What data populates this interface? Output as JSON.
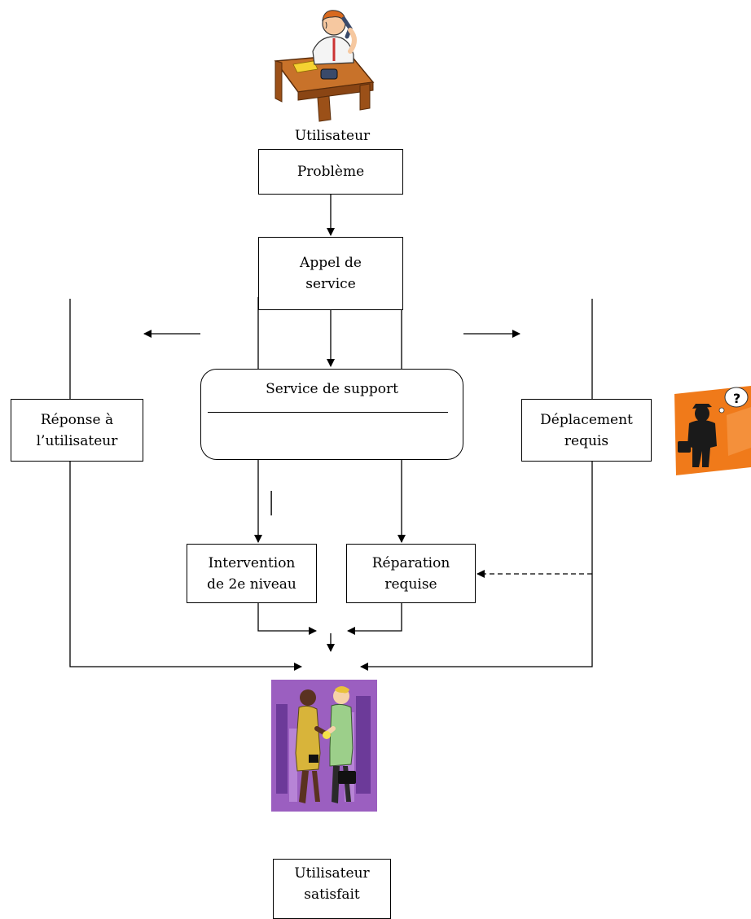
{
  "top_actor": {
    "label": "Utilisateur",
    "icon": "user-on-phone-icon"
  },
  "nodes": {
    "probleme": {
      "lines": [
        "Problème"
      ]
    },
    "appel": {
      "lines": [
        "Appel de",
        "service"
      ]
    },
    "support": {
      "title": "Service de support"
    },
    "reponse": {
      "lines": [
        "Réponse à",
        "l’utilisateur"
      ]
    },
    "deplacement": {
      "lines": [
        "Déplacement",
        "requis"
      ]
    },
    "intervention": {
      "lines": [
        "Intervention",
        "de 2e niveau"
      ]
    },
    "reparation": {
      "lines": [
        "Réparation",
        "requise"
      ]
    },
    "satisfait": {
      "lines": [
        "Utilisateur",
        "satisfait"
      ]
    }
  },
  "stray_mark": "|",
  "images": {
    "handshake": "handshake-icon",
    "traveler": "traveler-question-icon"
  },
  "colors": {
    "line": "#000000",
    "traveler_bg": "#f07a1a",
    "handshake_bg": "#9b5fc0"
  }
}
